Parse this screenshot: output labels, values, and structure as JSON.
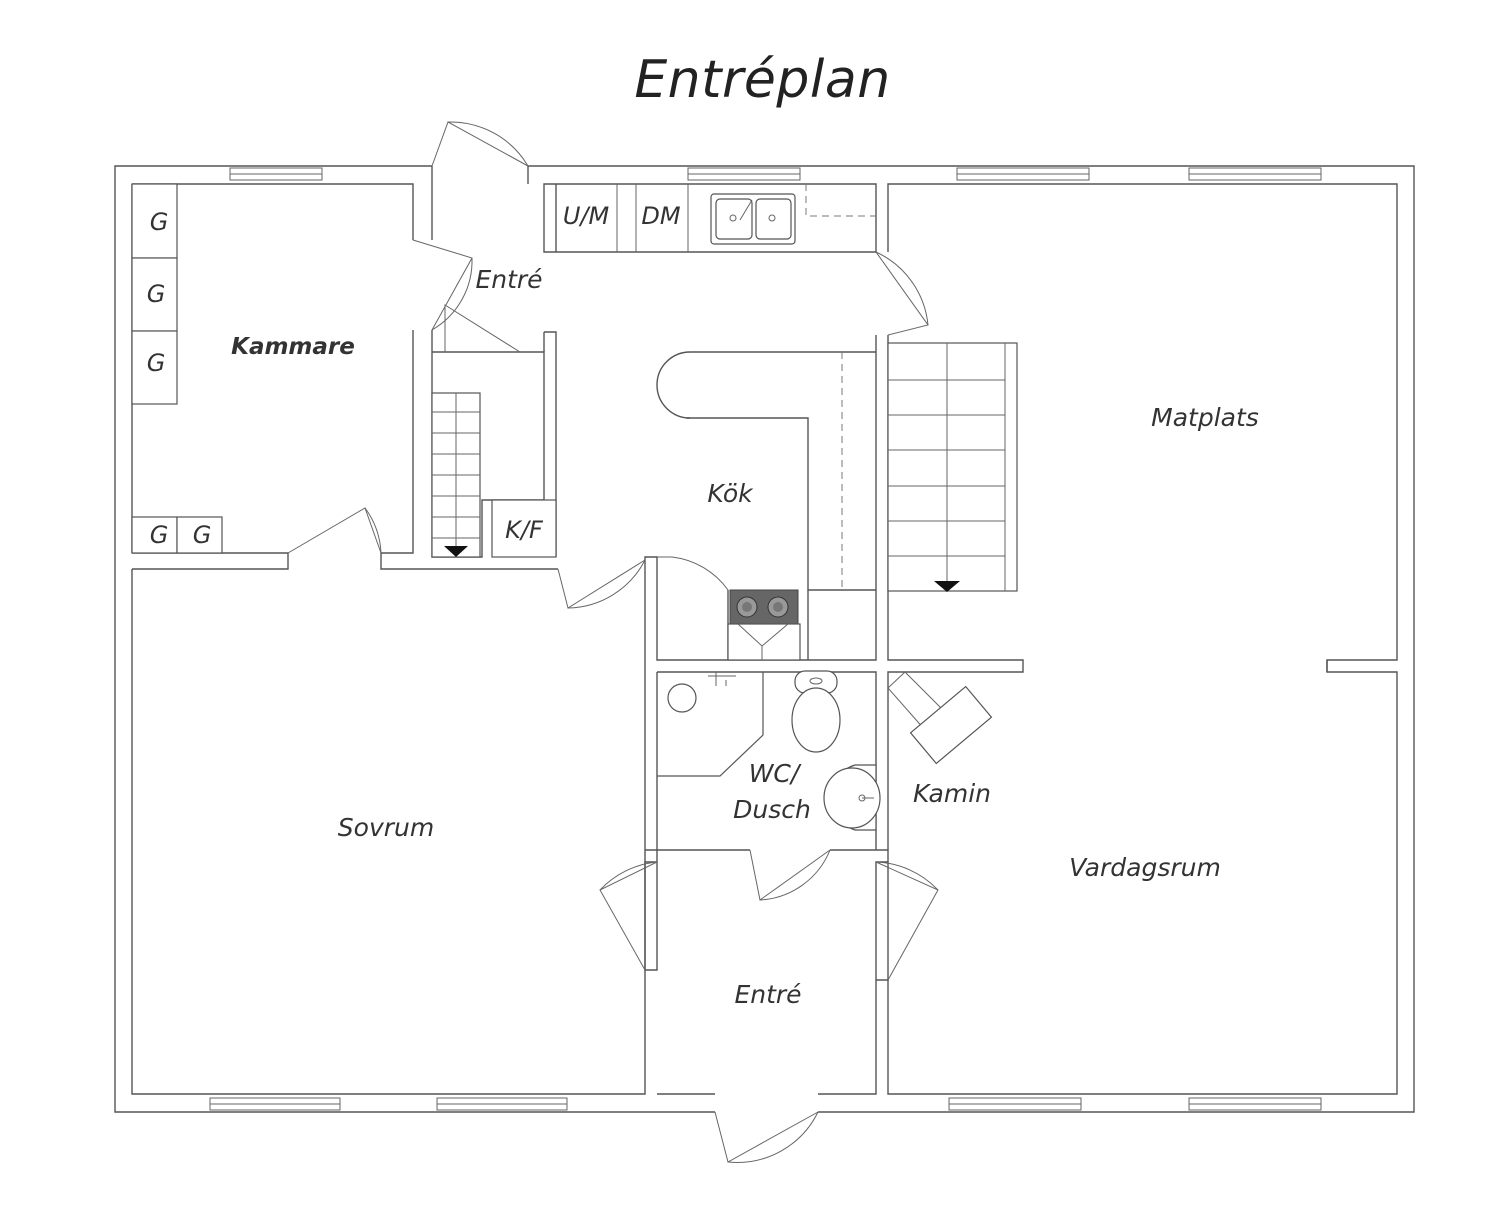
{
  "title": "Entréplan",
  "rooms": {
    "kammare": "Kammare",
    "entre_top": "Entré",
    "kok": "Kök",
    "matplats": "Matplats",
    "sovrum": "Sovrum",
    "wc_line1": "WC/",
    "wc_line2": "Dusch",
    "kamin": "Kamin",
    "vardagsrum": "Vardagsrum",
    "entre_bottom": "Entré"
  },
  "fixtures": {
    "wardrobe": "G",
    "washer": "U/M",
    "dishwasher": "DM",
    "fridge_freezer": "K/F"
  },
  "colors": {
    "wall": "#555555",
    "text": "#333333",
    "stove": "#666666"
  }
}
